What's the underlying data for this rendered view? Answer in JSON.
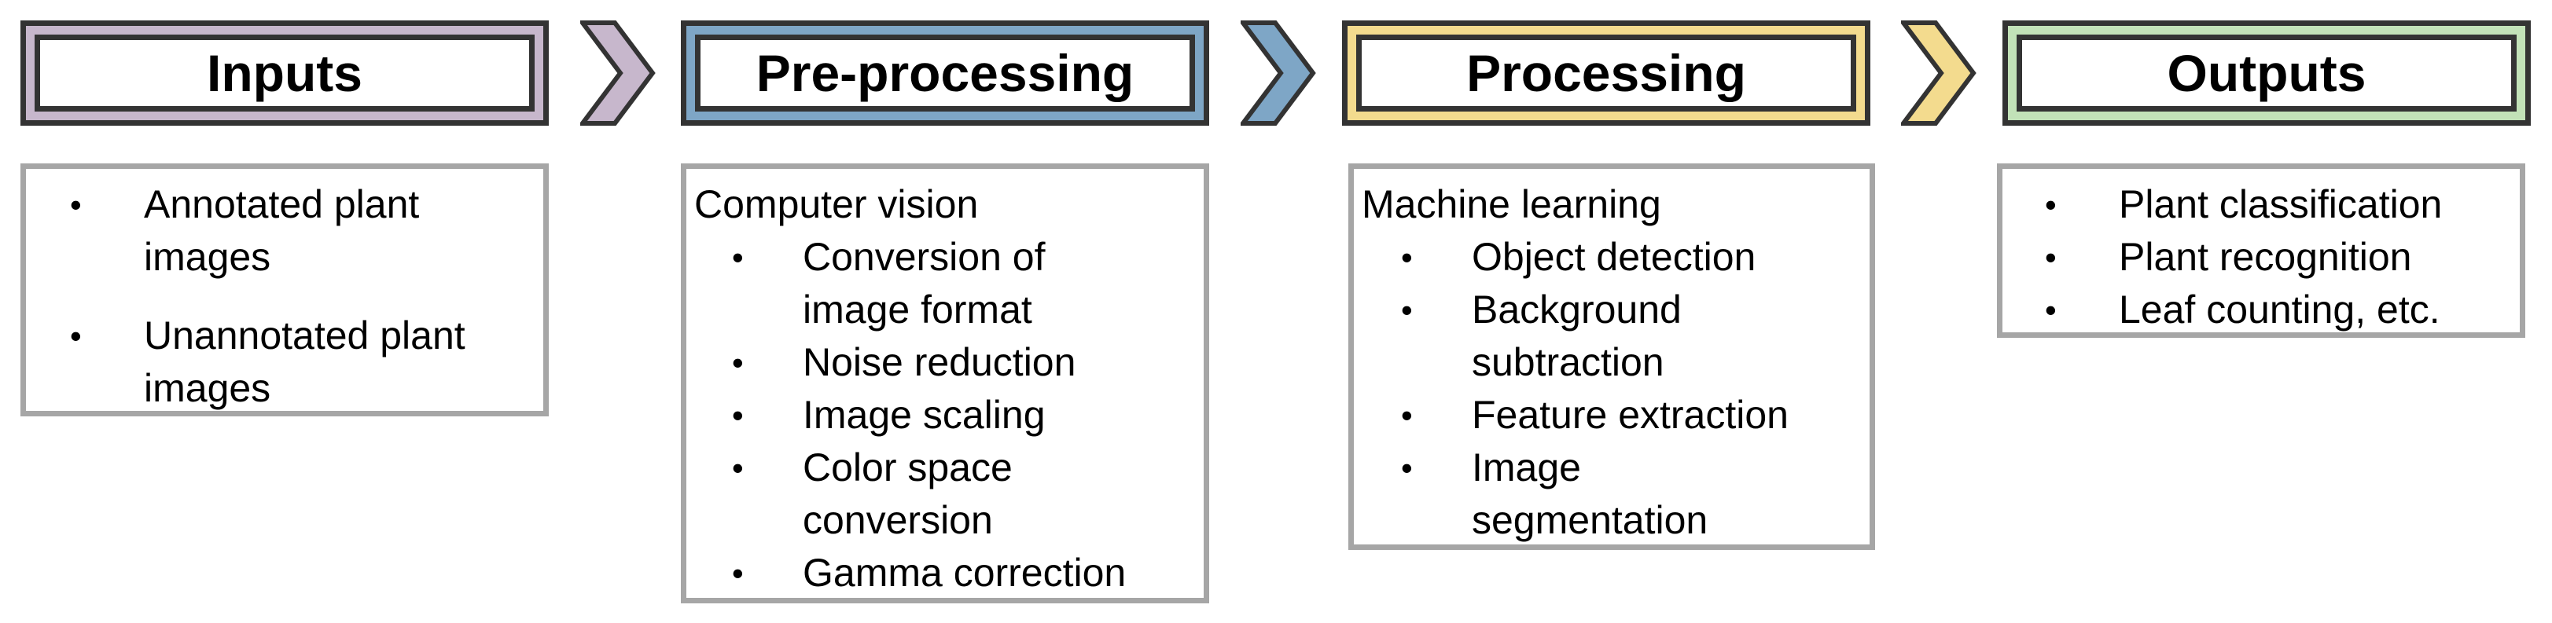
{
  "colors": {
    "inputs": "#c7b7cc",
    "preprocessing": "#7ea6c6",
    "processing": "#f3db8e",
    "outputs": "#c2e2b8",
    "border_dark": "#333333",
    "box_border": "#a6a6a6"
  },
  "stages": {
    "inputs": {
      "title": "Inputs",
      "items": [
        {
          "lines": [
            "Annotated plant",
            "images"
          ]
        },
        {
          "lines": [
            "Unannotated plant",
            "images"
          ]
        }
      ]
    },
    "preprocessing": {
      "title": "Pre-processing",
      "heading": "Computer vision",
      "items": [
        {
          "lines": [
            "Conversion of",
            "image format"
          ]
        },
        {
          "lines": [
            "Noise reduction"
          ]
        },
        {
          "lines": [
            "Image scaling"
          ]
        },
        {
          "lines": [
            "Color space",
            "conversion"
          ]
        },
        {
          "lines": [
            "Gamma correction"
          ]
        }
      ]
    },
    "processing": {
      "title": "Processing",
      "heading": "Machine learning",
      "items": [
        {
          "lines": [
            "Object detection"
          ]
        },
        {
          "lines": [
            "Background",
            "subtraction"
          ]
        },
        {
          "lines": [
            "Feature extraction"
          ]
        },
        {
          "lines": [
            "Image",
            "segmentation"
          ]
        }
      ]
    },
    "outputs": {
      "title": "Outputs",
      "items": [
        {
          "lines": [
            "Plant classification"
          ]
        },
        {
          "lines": [
            "Plant recognition"
          ]
        },
        {
          "lines": [
            "Leaf counting, etc."
          ]
        }
      ]
    }
  },
  "bullet_symbol": "•"
}
